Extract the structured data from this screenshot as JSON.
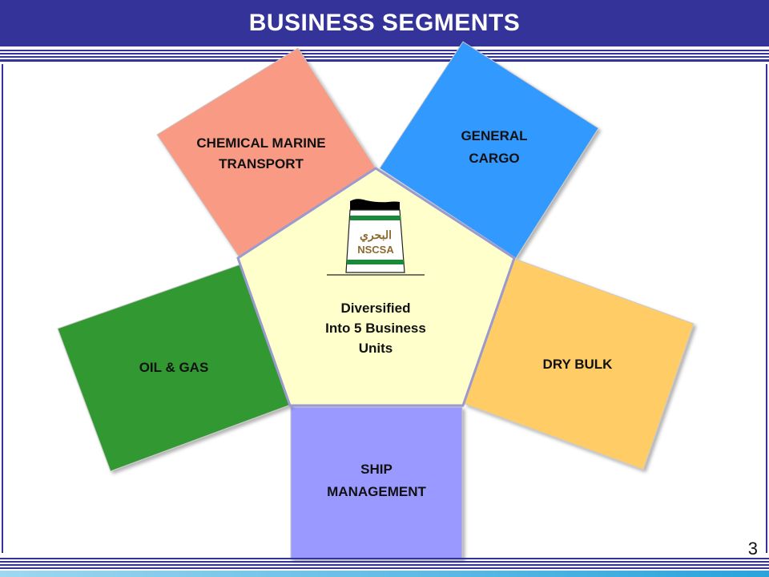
{
  "title": "BUSINESS SEGMENTS",
  "page_number": "3",
  "center": {
    "line1": "Diversified",
    "line2": "Into 5 Business",
    "line3": "Units",
    "logo_arabic": "البحري",
    "logo_text": "NSCSA"
  },
  "segments": {
    "chemical": {
      "line1": "CHEMICAL MARINE",
      "line2": "TRANSPORT",
      "color": "#F99A84"
    },
    "general": {
      "line1": "GENERAL",
      "line2": "CARGO",
      "color": "#3399FF"
    },
    "drybulk": {
      "line1": "DRY BULK",
      "color": "#FFCC66"
    },
    "ship": {
      "line1": "SHIP",
      "line2": "MANAGEMENT",
      "color": "#9999FF"
    },
    "oilgas": {
      "line1": "OIL & GAS",
      "color": "#339933"
    }
  },
  "colors": {
    "title_bar": "#333399",
    "pentagon": "#FFFFCC",
    "logo_green": "#1A8A3A",
    "logo_brown": "#8B6A2E"
  }
}
